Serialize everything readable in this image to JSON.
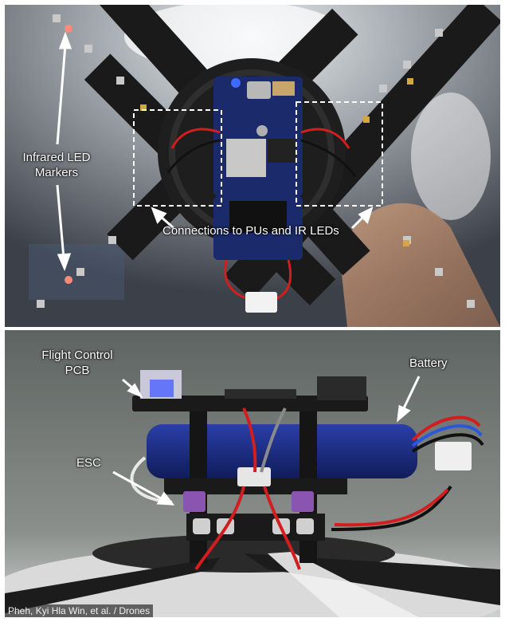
{
  "top_panel": {
    "label_markers": "Infrared LED\nMarkers",
    "label_connections": "Connections to PUs and IR LEDs"
  },
  "bottom_panel": {
    "label_fc": "Flight Control\nPCB",
    "label_battery": "Battery",
    "label_esc": "ESC"
  },
  "credit": "Pheh, Kyi Hla Win, et al. / Drones",
  "colors": {
    "arm": "#1a1a1a",
    "board_blue": "#1b2a6b",
    "wire_red": "#d21e1e",
    "annotation": "#ffffff"
  }
}
